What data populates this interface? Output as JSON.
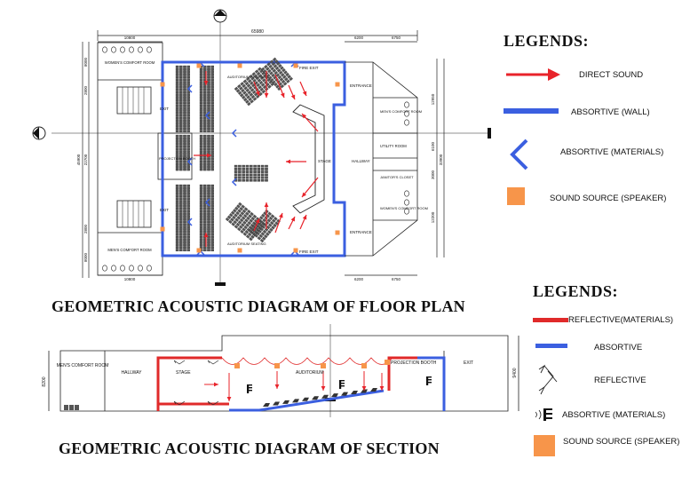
{
  "plan": {
    "title": "GEOMETRIC ACOUSTIC DIAGRAM OF FLOOR PLAN",
    "dims": {
      "total_width": "65980",
      "top_left": "10800",
      "top_right_a": "6200",
      "top_right_b": "6750",
      "bottom_left": "10800",
      "bottom_right_a": "6200",
      "bottom_right_b": "6750",
      "left_total": "45900",
      "left_top": "8000",
      "left_mid_a": "2800",
      "left_mid_b": "22700",
      "left_mid_c": "2800",
      "left_bottom": "8000",
      "right_total": "33900",
      "right_top": "12950",
      "right_mid_a": "6100",
      "right_mid_b": "3000",
      "right_bottom": "12200"
    },
    "rooms": {
      "womens_cr_left": "WOMEN'S COMFORT ROOM",
      "mens_cr_left": "MEN'S COMFORT ROOM",
      "exit_top": "EXIT",
      "exit_bottom": "EXIT",
      "projection_booth": "PROJECTION BOOTH",
      "auditorium_top": "AUDITORIUM SEATING",
      "auditorium_bottom": "AUDITORIUM SEATING",
      "fire_exit_top": "FIRE EXIT",
      "fire_exit_bottom": "FIRE EXIT",
      "stage": "STAGE",
      "hallway": "HALLWAY",
      "entrance_top": "ENTRANCE",
      "entrance_bottom": "ENTRANCE",
      "mens_cr_right": "MEN'S COMFORT ROOM",
      "utility_room": "UTILITY ROOM",
      "janitors_closet": "JANITOR'S CLOSET",
      "womens_cr_right": "WOMEN'S COMFORT ROOM"
    }
  },
  "section": {
    "title": "GEOMETRIC ACOUSTIC DIAGRAM OF SECTION",
    "rooms": {
      "mens_cr": "MEN'S COMFORT ROOM",
      "hallway": "HALLWAY",
      "stage": "STAGE",
      "auditorium": "AUDITORIUM",
      "projection_booth": "PROJECTION BOOTH",
      "exit": "EXIT"
    },
    "dims": {
      "left_height": "8200",
      "right_height": "9400"
    }
  },
  "legend_plan": {
    "title": "LEGENDS:",
    "items": [
      {
        "label": "DIRECT SOUND",
        "symbol": "red-arrow"
      },
      {
        "label": "ABSORTIVE (WALL)",
        "symbol": "blue-bar"
      },
      {
        "label": "ABSORTIVE (MATERIALS)",
        "symbol": "blue-chevron"
      },
      {
        "label": "SOUND SOURCE (SPEAKER)",
        "symbol": "orange-square"
      }
    ]
  },
  "legend_section": {
    "title": "LEGENDS:",
    "items": [
      {
        "label": "REFLECTIVE(MATERIALS)",
        "symbol": "red-bar"
      },
      {
        "label": "ABSORTIVE",
        "symbol": "blue-bar"
      },
      {
        "label": "REFLECTIVE",
        "symbol": "reflective-arrows"
      },
      {
        "label": "ABSORTIVE  (MATERIALS)",
        "symbol": "absorptive-mark"
      },
      {
        "label": "SOUND SOURCE (SPEAKER)",
        "symbol": "orange-square"
      }
    ]
  },
  "colors": {
    "direct_sound": "#e8232a",
    "absorptive": "#3b5fe0",
    "reflective": "#e02a2a",
    "speaker": "#f7954a",
    "line": "#222222"
  }
}
